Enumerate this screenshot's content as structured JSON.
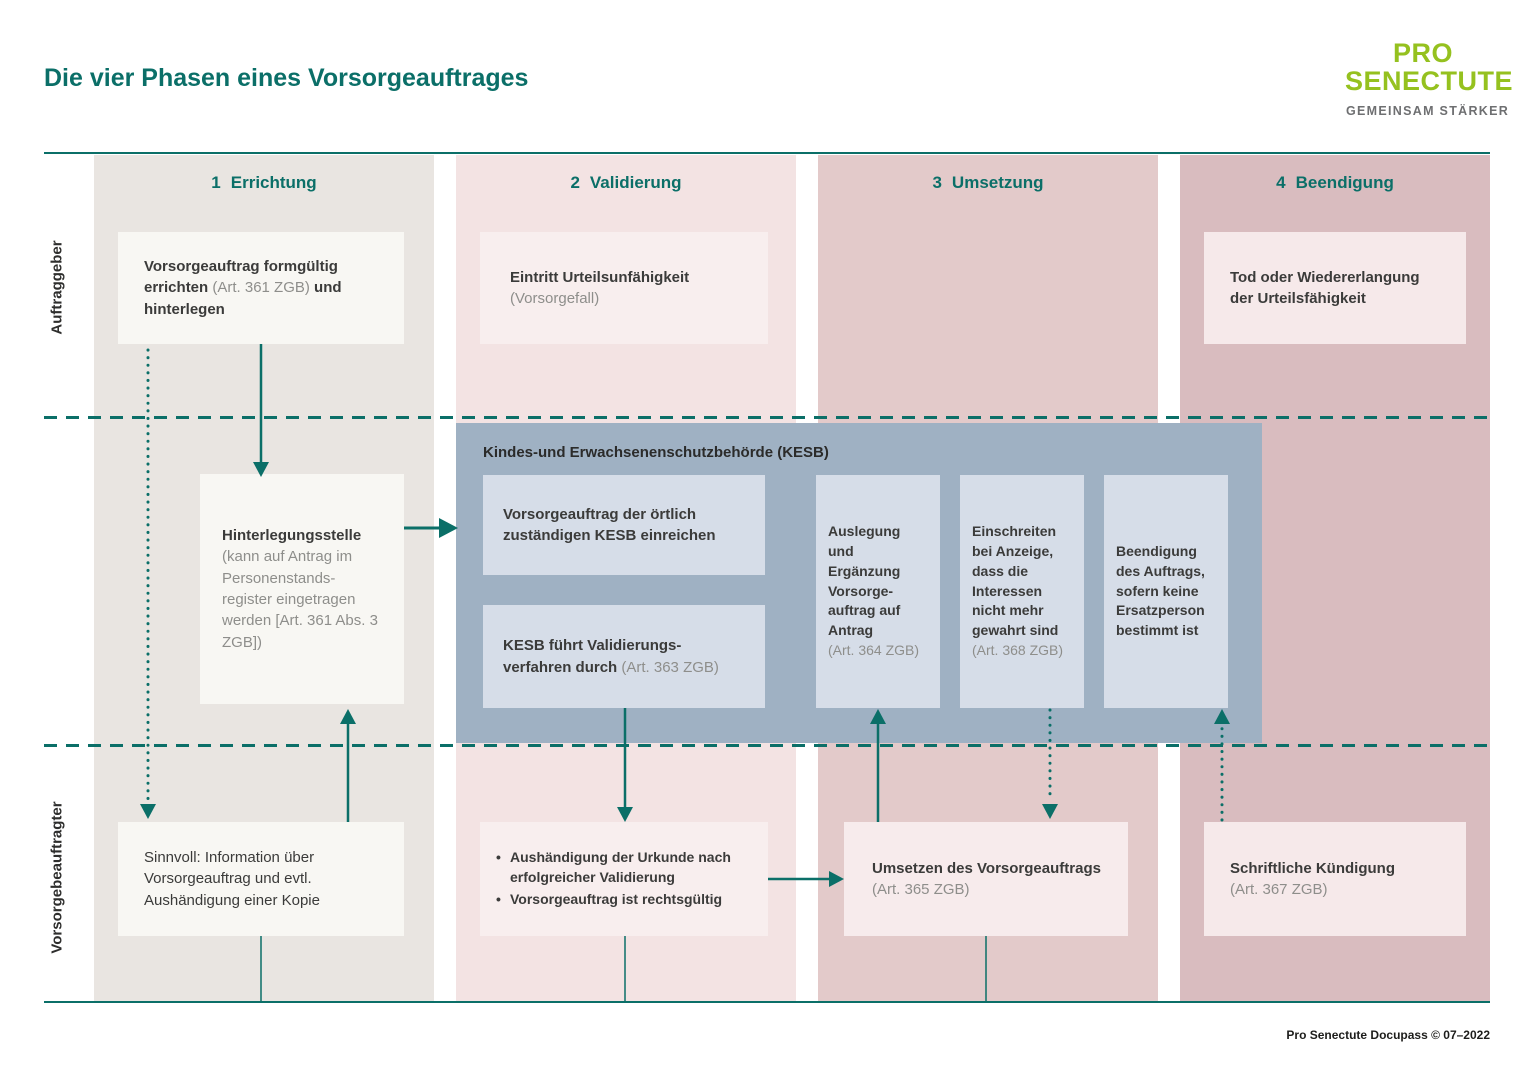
{
  "title": "Die vier Phasen eines Vorsorgeauftrages",
  "footer": "Pro Senectute Docupass © 07–2022",
  "logo": {
    "pro": "PRO",
    "senectute": "SENECTUTE",
    "tagline": "GEMEINSAM STÄRKER"
  },
  "row_labels": {
    "top": "Auftraggeber",
    "bottom": "Vorsorgebeauftragter"
  },
  "columns": [
    {
      "number": "1",
      "label": "Errichtung"
    },
    {
      "number": "2",
      "label": "Validierung"
    },
    {
      "number": "3",
      "label": "Umsetzung"
    },
    {
      "number": "4",
      "label": "Beendigung"
    }
  ],
  "boxes": {
    "errichten": {
      "text1": "Vorsorgeauftrag formgültig errichten ",
      "ref": "(Art. 361 ZGB)",
      "text2": " und hinterlegen"
    },
    "eintritt": {
      "main": "Eintritt Urteilsunfähigkeit",
      "ref": "(Vorsorgefall)"
    },
    "tod": {
      "main": "Tod oder Wiedererlangung der Urteilsfähigkeit"
    },
    "hinterlegungsstelle": {
      "main": "Hinterlegungsstelle",
      "ref": "(kann auf Antrag im Personenstands-register eingetragen werden [Art. 361 Abs. 3 ZGB])"
    },
    "sinnvoll": {
      "main": "Sinnvoll: Information über Vorsorgeauftrag und evtl. Aushändigung einer Kopie"
    },
    "aushaendigung": {
      "items": [
        "Aushändigung der Urkunde nach erfolgreicher Validierung",
        "Vorsorgeauftrag ist rechtsgültig"
      ]
    },
    "umsetzen": {
      "main": "Umsetzen des Vorsorgeauftrags",
      "ref": "(Art. 365 ZGB)"
    },
    "kuendigung": {
      "main": "Schriftliche Kündigung",
      "ref": "(Art. 367 ZGB)"
    }
  },
  "kesb": {
    "title": "Kindes-und Erwachsenenschutzbehörde (KESB)",
    "einreichen": {
      "main": "Vorsorgeauftrag der örtlich zuständigen KESB einreichen"
    },
    "validierung": {
      "main": "KESB führt Validierungs-verfahren durch ",
      "ref": "(Art. 363 ZGB)"
    },
    "auslegung": {
      "main": "Auslegung und Ergänzung Vorsorge-auftrag auf Antrag ",
      "ref": "(Art. 364 ZGB)"
    },
    "einschreiten": {
      "main": "Einschreiten bei Anzeige, dass die Interessen nicht mehr gewahrt sind ",
      "ref": "(Art. 368 ZGB)"
    },
    "beendigung": {
      "main": "Beendigung des Auftrags, sofern keine Ersatzperson bestimmt ist"
    }
  },
  "colors": {
    "teal": "#0b6f68",
    "logo_green": "#95c11f",
    "kesb_bg": "#9fb1c3",
    "kesb_box_bg": "#d6dde8",
    "col_errichtung": "#e9e5e1",
    "col_validierung": "#f3e3e3",
    "col_umsetzung": "#e3caca",
    "col_beendigung": "#d9bcbf"
  }
}
